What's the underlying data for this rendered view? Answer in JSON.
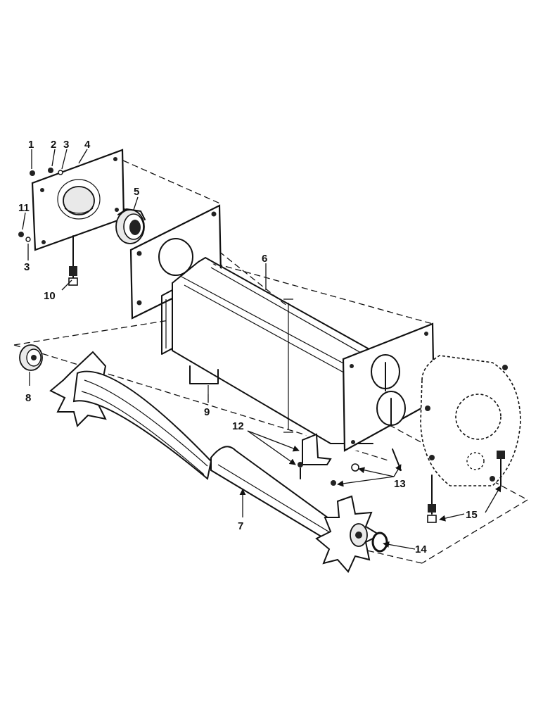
{
  "labels": {
    "p1": "1",
    "p2": "2",
    "p3a": "3",
    "p3b": "3",
    "p4": "4",
    "p5": "5",
    "p6": "6",
    "p7": "7",
    "p8": "8",
    "p9": "9",
    "p10": "10",
    "p11": "11",
    "p12": "12",
    "p13": "13",
    "p14": "14",
    "p15": "15"
  }
}
